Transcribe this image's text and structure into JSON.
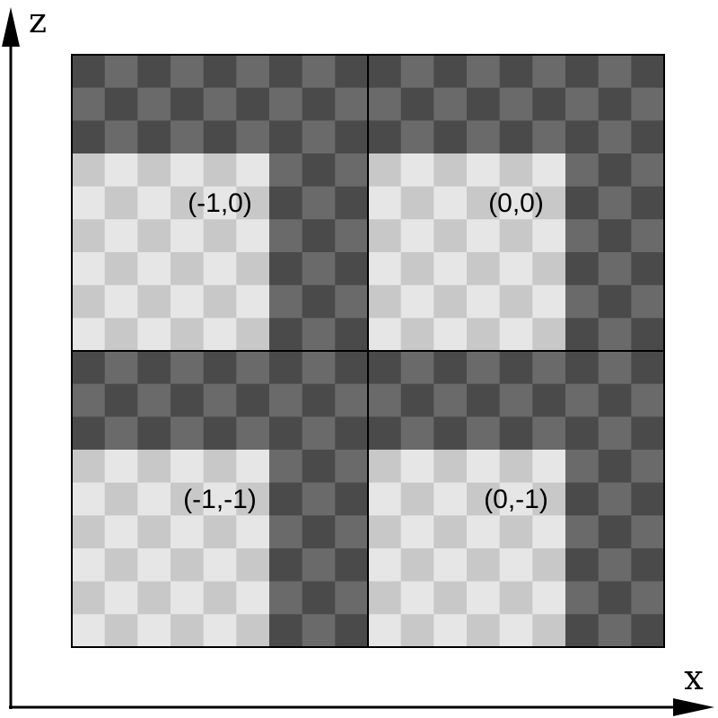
{
  "axes": {
    "horizontal_label": "x",
    "vertical_label": "z"
  },
  "grid": {
    "tile_cols": 9,
    "tile_rows": 9,
    "light_region": {
      "cols": 6,
      "rows": 6
    },
    "colors": {
      "dark_a": "#4a4a4a",
      "dark_b": "#6a6a6a",
      "light_a": "#e6e6e6",
      "light_b": "#c8c8c8",
      "border": "#000000"
    }
  },
  "quadrants": [
    {
      "id": "q-m1-0",
      "label": "(-1,0)"
    },
    {
      "id": "q-0-0",
      "label": "(0,0)"
    },
    {
      "id": "q-m1-m1",
      "label": "(-1,-1)"
    },
    {
      "id": "q-0-m1",
      "label": "(0,-1)"
    }
  ]
}
